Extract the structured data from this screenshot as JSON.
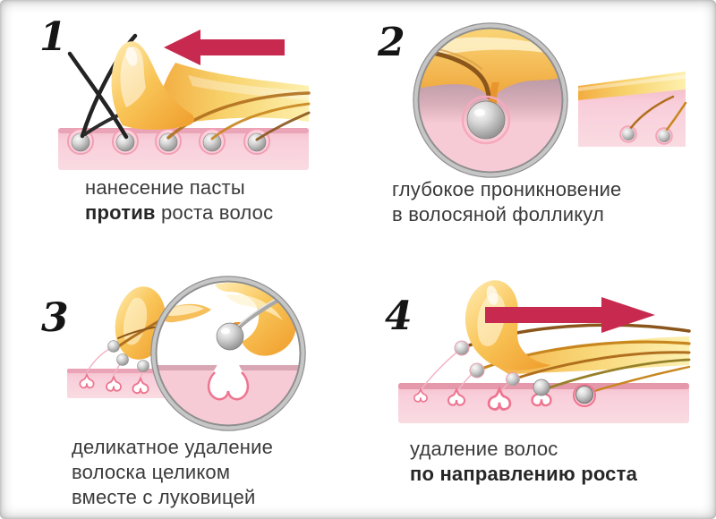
{
  "colors": {
    "background": "#FFFFFF",
    "arrow": "#C8294E",
    "paste-amber": "#F2A133",
    "paste-light": "#FCEFAE",
    "skin-pink": "#F7CBD5",
    "skin-edge": "#E79FB3",
    "follicle-outline": "#EE7590",
    "bulb-gray": "#9A9A9A",
    "ring-silver": "#B5B5B5",
    "text": "#3A3A3A",
    "number": "#151515"
  },
  "steps": [
    {
      "number": "1",
      "arrow": "left",
      "caption_line1": "нанесение пасты",
      "caption_line2_bold": "против",
      "caption_line2_rest": " роста волос"
    },
    {
      "number": "2",
      "arrow": "",
      "caption_line1": "глубокое проникновение",
      "caption_line2": "в волосяной фолликул"
    },
    {
      "number": "3",
      "arrow": "",
      "caption_line1": "деликатное удаление",
      "caption_line2": "волоска целиком",
      "caption_line3": "вместе с луковицей"
    },
    {
      "number": "4",
      "arrow": "right",
      "caption_line1": "удаление волос",
      "caption_line2_bold": "по направлению роста"
    }
  ]
}
